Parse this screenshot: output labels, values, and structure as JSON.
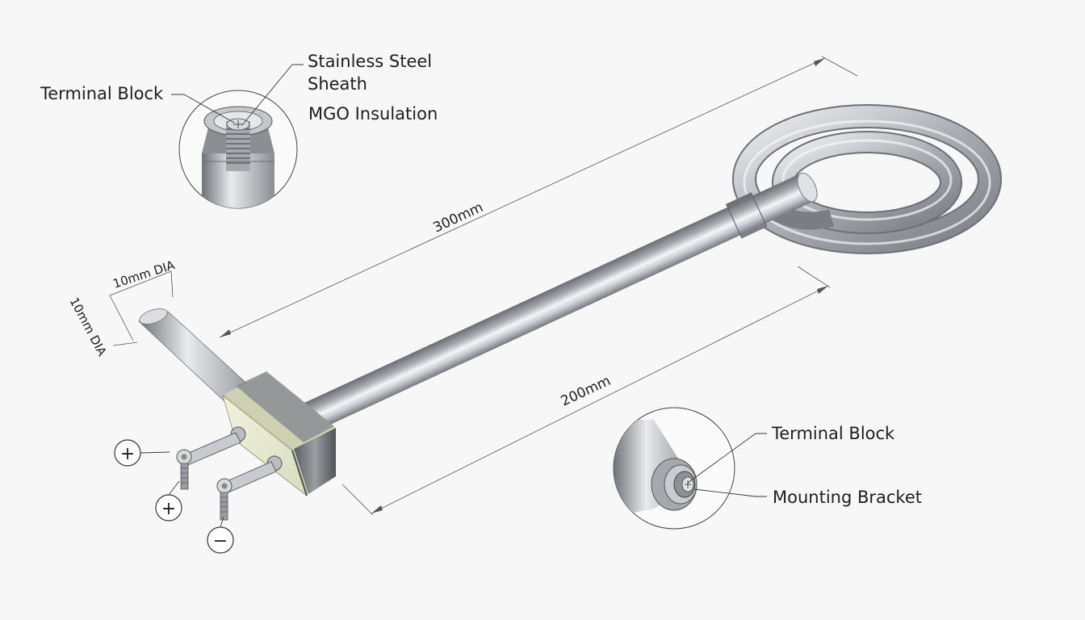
{
  "labels": {
    "terminal_block_top": "Terminal Block",
    "stainless_sheath_line1": "Stainless Steel",
    "stainless_sheath_line2": "Sheath",
    "mgo_insulation": "MGO Insulation",
    "terminal_block_bottom": "Terminal Block",
    "mounting_bracket": "Mounting Bracket"
  },
  "dimensions": {
    "overall_length": "300mm",
    "sheath_length": "200mm",
    "diameter_1": "10mm DIA",
    "diameter_2": "10mm DIA"
  },
  "polarity": {
    "positive_1": "+",
    "positive_2": "+",
    "negative": "−"
  },
  "colors": {
    "background": "#f7f7f7",
    "steel_dark": "#8a8d92",
    "steel_light": "#f2f3f5",
    "insulator": "#e8ead0",
    "line": "#3a3a3a"
  }
}
